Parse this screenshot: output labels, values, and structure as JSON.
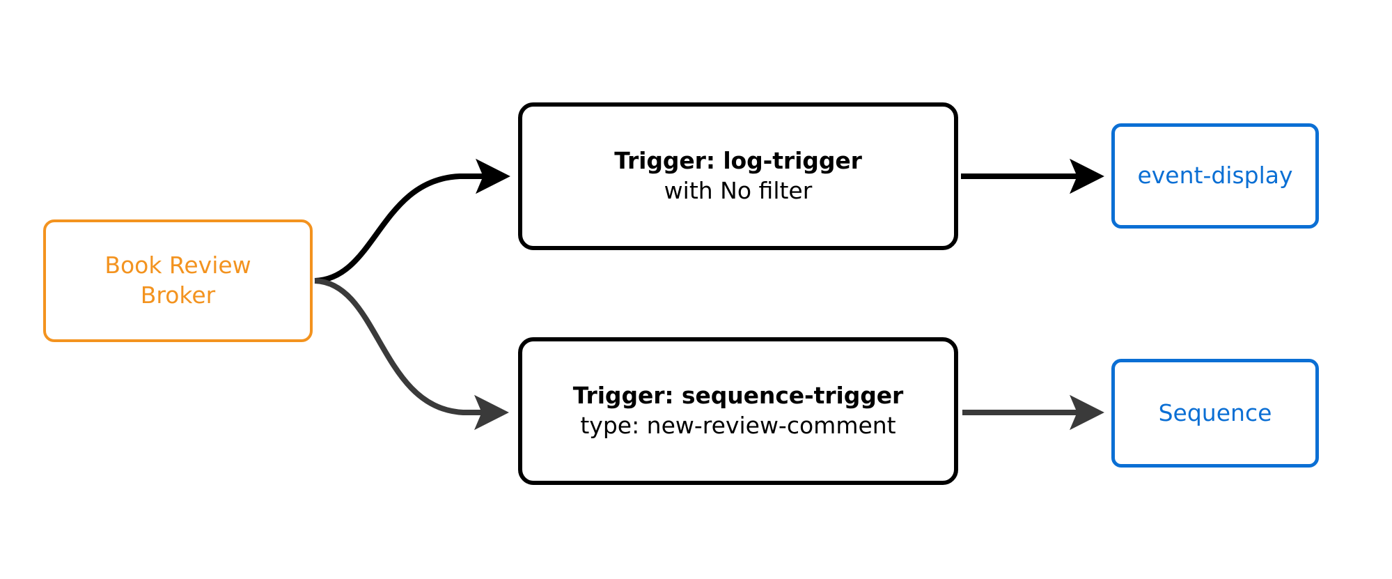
{
  "diagram": {
    "type": "flowchart",
    "direction": "left-to-right",
    "background": "#ffffff",
    "colors": {
      "broker_stroke": "#f3931f",
      "broker_text": "#f3931f",
      "trigger_stroke": "#000000",
      "trigger_text": "#000000",
      "endpoint_stroke": "#0b6fd4",
      "endpoint_text": "#0b6fd4",
      "edge_black": "#000000",
      "edge_gray": "#3a3a3a"
    },
    "nodes": {
      "broker": {
        "id": "book-review-broker",
        "line1": "Book Review",
        "line2": "Broker"
      },
      "trigger_log": {
        "id": "log-trigger",
        "title": "Trigger: log-trigger",
        "subtitle": "with No filter"
      },
      "trigger_sequence": {
        "id": "sequence-trigger",
        "title": "Trigger: sequence-trigger",
        "subtitle": "type: new-review-comment"
      },
      "endpoint_event_display": {
        "id": "event-display",
        "label": "event-display"
      },
      "endpoint_sequence": {
        "id": "sequence",
        "label": "Sequence"
      }
    },
    "edges": [
      {
        "id": "broker-to-log-trigger",
        "from": "book-review-broker",
        "to": "log-trigger",
        "style": "curved",
        "color": "#000000",
        "label": ""
      },
      {
        "id": "broker-to-sequence-trigger",
        "from": "book-review-broker",
        "to": "sequence-trigger",
        "style": "curved",
        "color": "#3a3a3a",
        "label": ""
      },
      {
        "id": "log-trigger-to-event-display",
        "from": "log-trigger",
        "to": "event-display",
        "style": "straight",
        "color": "#000000",
        "label": ""
      },
      {
        "id": "sequence-trigger-to-sequence",
        "from": "sequence-trigger",
        "to": "sequence",
        "style": "straight",
        "color": "#3a3a3a",
        "label": ""
      }
    ]
  }
}
